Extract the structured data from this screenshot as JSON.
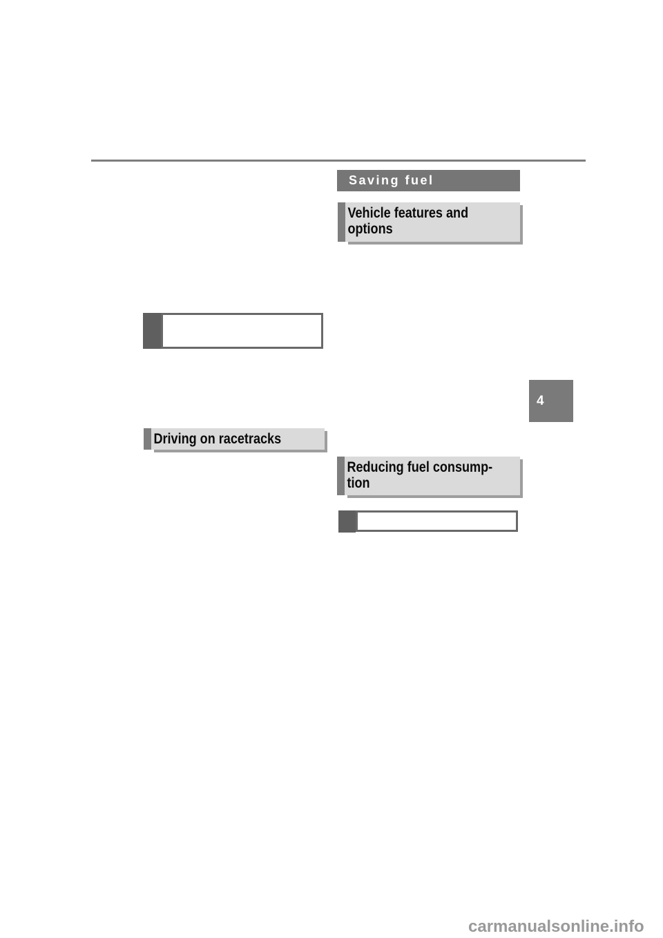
{
  "page": {
    "background": "#ffffff",
    "divider_color": "#7d7d7d"
  },
  "sections": {
    "saving_fuel": {
      "title": "Saving fuel",
      "bg": "#767676",
      "text_color": "#ffffff"
    },
    "vehicle_features": {
      "title": "Vehicle features and\noptions"
    },
    "driving_racetracks": {
      "title": "Driving on racetracks"
    },
    "reducing_fuel": {
      "title": "Reducing fuel consump-\ntion"
    }
  },
  "heading_style": {
    "light_bg": "#dadada",
    "strip_color": "#7e7e7e",
    "shadow_color": "#9e9e9e",
    "text_color": "#0a0a0a"
  },
  "placeholders": {
    "tab_color": "#5f5f5f",
    "border_color": "#696969",
    "fill": "#ffffff"
  },
  "chapter_tab": {
    "label": "4",
    "bg": "#7a7a7a",
    "text_color": "#ffffff"
  },
  "watermark": {
    "text": "carmanualsonline.info",
    "color": "#999999"
  }
}
